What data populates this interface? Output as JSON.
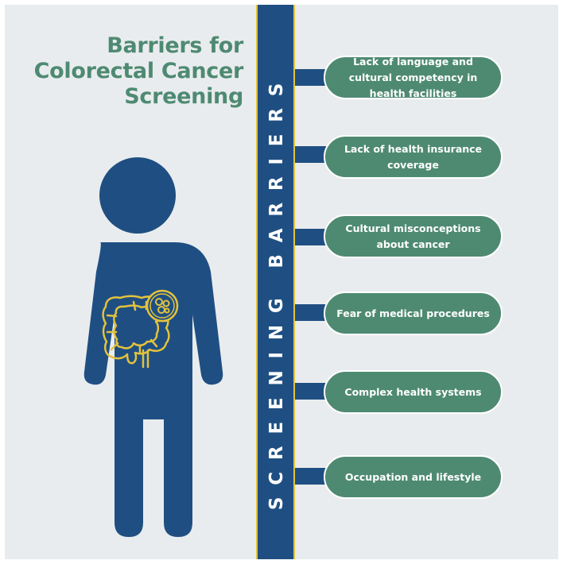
{
  "title": {
    "line1": "Barriers for",
    "line2": "Colorectal Cancer",
    "line3": "Screening"
  },
  "vertical_label": "SCREENING BARRIERS",
  "barriers": [
    "Lack of language and cultural competency in health facilities",
    "Lack of health insurance coverage",
    "Cultural misconceptions about cancer",
    "Fear of medical procedures",
    "Complex health systems",
    "Occupation and lifestyle"
  ],
  "icons": {
    "person": "person-figure-icon",
    "colon": "colon-icon",
    "tumor": "tumor-icon"
  },
  "colors": {
    "navy": "#1f4f82",
    "green": "#4e8a72",
    "gold": "#e3c23d",
    "background": "#e9ecee"
  }
}
